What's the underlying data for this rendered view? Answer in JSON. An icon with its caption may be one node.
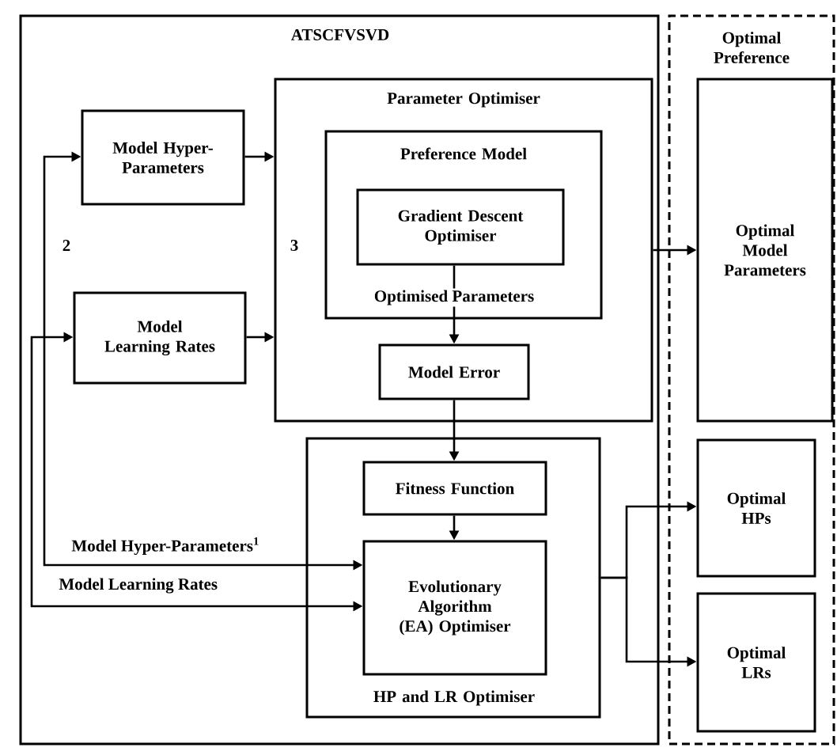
{
  "diagram": {
    "nodes": [
      {
        "text": [
          "ATSCFVSVD"
        ]
      },
      {
        "text": [
          "Optimal Preference"
        ]
      },
      {
        "text": [
          "Model Hyper-Parameters"
        ],
        "in": 0
      },
      {
        "text": [
          "Model Learning Rates"
        ],
        "in": 0
      },
      {
        "text": [
          "Parameter Optimiser"
        ],
        "in": 0
      },
      {
        "text": [
          "Preference Model"
        ],
        "in": 4
      },
      {
        "text": [
          "Gradient Descent Optimiser"
        ],
        "in": 5
      },
      {
        "text": [
          "Model Error"
        ],
        "in": 4
      },
      {
        "text": [
          "HP and LR Optimiser"
        ],
        "in": 0
      },
      {
        "text": [
          "Fitness Function"
        ],
        "in": 8
      },
      {
        "text": [
          "Evolutionary Algorithm (EA) Optimiser"
        ],
        "in": 8
      },
      {
        "text": [
          "Optimal Model Parameters"
        ],
        "in": 1
      },
      {
        "text": [
          "Optimal HPs"
        ],
        "in": 1
      },
      {
        "text": [
          "Optimal LRs"
        ],
        "in": 1
      }
    ],
    "edges": [
      {
        "from": 2,
        "to": 4,
        "arrow": "to"
      },
      {
        "from": 3,
        "to": 4,
        "arrow": "to"
      },
      {
        "from": 6,
        "to": 7,
        "arrow": "to",
        "label": "Optimised Parameters"
      },
      {
        "from": 4,
        "to": 11,
        "arrow": "to"
      },
      {
        "from": 7,
        "to": 9,
        "arrow": "to"
      },
      {
        "from": 9,
        "to": 10,
        "arrow": "to"
      },
      {
        "from": 2,
        "to": 10,
        "arrow": "both",
        "label": "Model Hyper-Parameters$^{1}$"
      },
      {
        "from": 3,
        "to": 10,
        "arrow": "both",
        "label": "Model Learning Rates"
      },
      {
        "from": 8,
        "to": 12,
        "arrow": "to"
      },
      {
        "from": 8,
        "to": 13,
        "arrow": "to"
      }
    ],
    "labels": [
      "2",
      "3"
    ]
  }
}
